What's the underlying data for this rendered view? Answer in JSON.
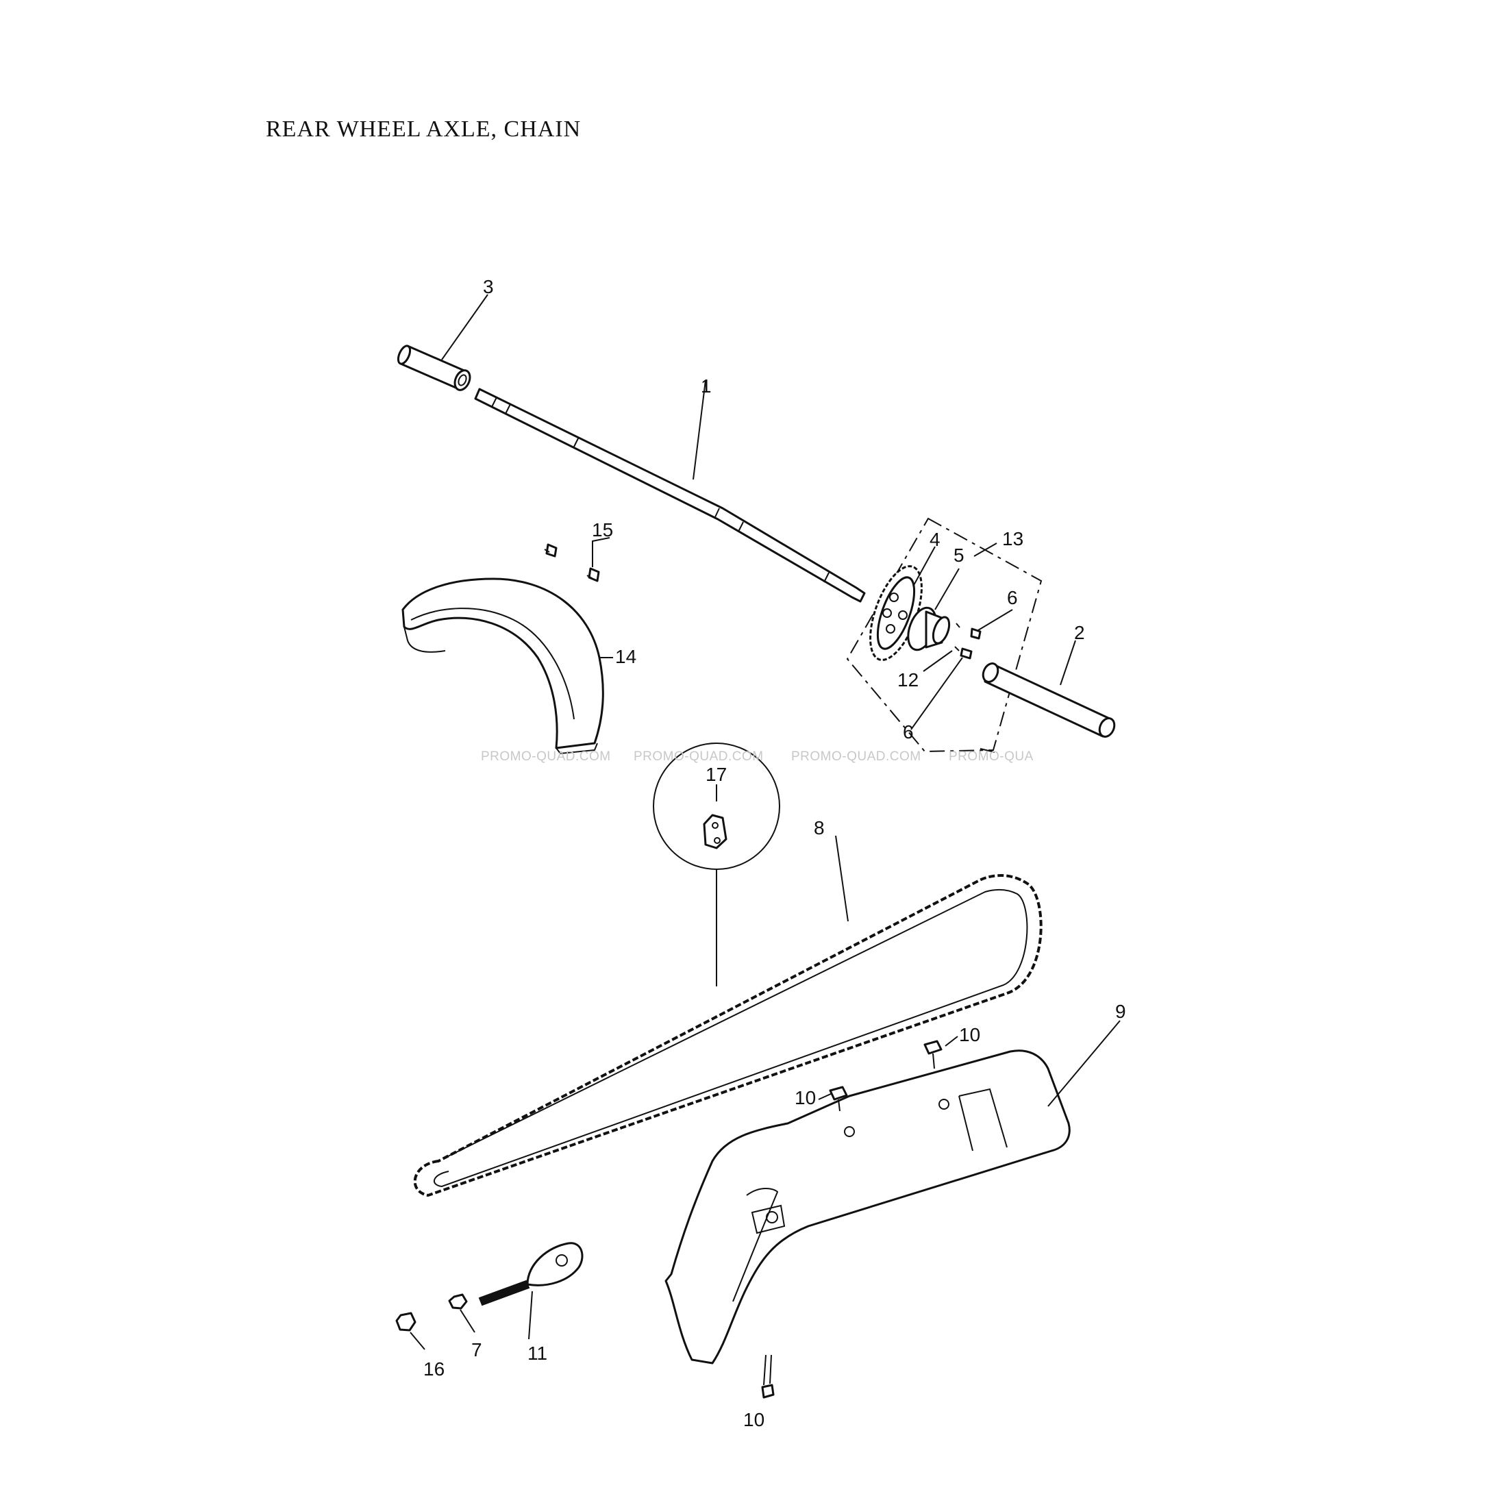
{
  "title": "REAR WHEEL AXLE, CHAIN",
  "watermark": [
    "PROMO-QUAD.COM",
    "PROMO-QUAD.COM",
    "PROMO-QUAD.COM",
    "PROMO-QUA"
  ],
  "callouts": {
    "axle": "1",
    "right_spacer": "2",
    "left_spacer": "3",
    "sprocket": "4",
    "sprocket_hub": "5",
    "bolt_upper": "6",
    "bolt_lower": "6",
    "nut_left": "7",
    "chain": "8",
    "chain_guard": "9",
    "bolt_guard_upper": "10",
    "bolt_guard_middle": "10",
    "bolt_guard_bottom": "10",
    "chain_adjuster": "11",
    "washer": "12",
    "sprocket_assembly": "13",
    "sprocket_cover": "14",
    "screws": "15",
    "nut_far_left": "16",
    "master_link": "17"
  }
}
